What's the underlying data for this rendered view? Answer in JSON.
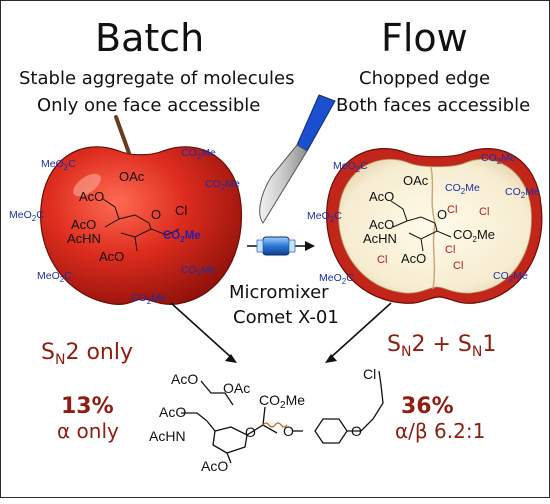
{
  "batch": {
    "title": "Batch",
    "line1": "Stable aggregate of molecules",
    "line2": "Only one face accessible",
    "mechanism": "S",
    "mechanism_sub": "N",
    "mechanism_rest": "2 only",
    "yield": "13%",
    "selectivity": "α only"
  },
  "flow": {
    "title": "Flow",
    "line1": "Chopped edge",
    "line2": "Both faces accessible",
    "mech_s1": "S",
    "mech_n1": "N",
    "mech_r1": "2 + S",
    "mech_n2": "N",
    "mech_r2": "1",
    "yield": "36%",
    "selectivity": "α/β 6.2:1"
  },
  "mixer": {
    "line1": "Micromixer",
    "line2": "Comet X-01"
  },
  "labels": {
    "meo2c": "MeO",
    "co2me_a": "CO",
    "co2me_b": "Me",
    "two": "2",
    "aco": "AcO",
    "oac": "OAc",
    "achn": "AcHN",
    "o": "O",
    "cl": "Cl",
    "co2me_full": "CO2Me"
  },
  "colors": {
    "apple_red": "#d5261c",
    "apple_dark": "#8e130c",
    "flesh": "#fbf3d8",
    "label_blue": "#1b2fa8",
    "result_red": "#8f1d10",
    "knife_blue": "#1b4fd0",
    "mixer_blue": "#1f6fd6"
  }
}
